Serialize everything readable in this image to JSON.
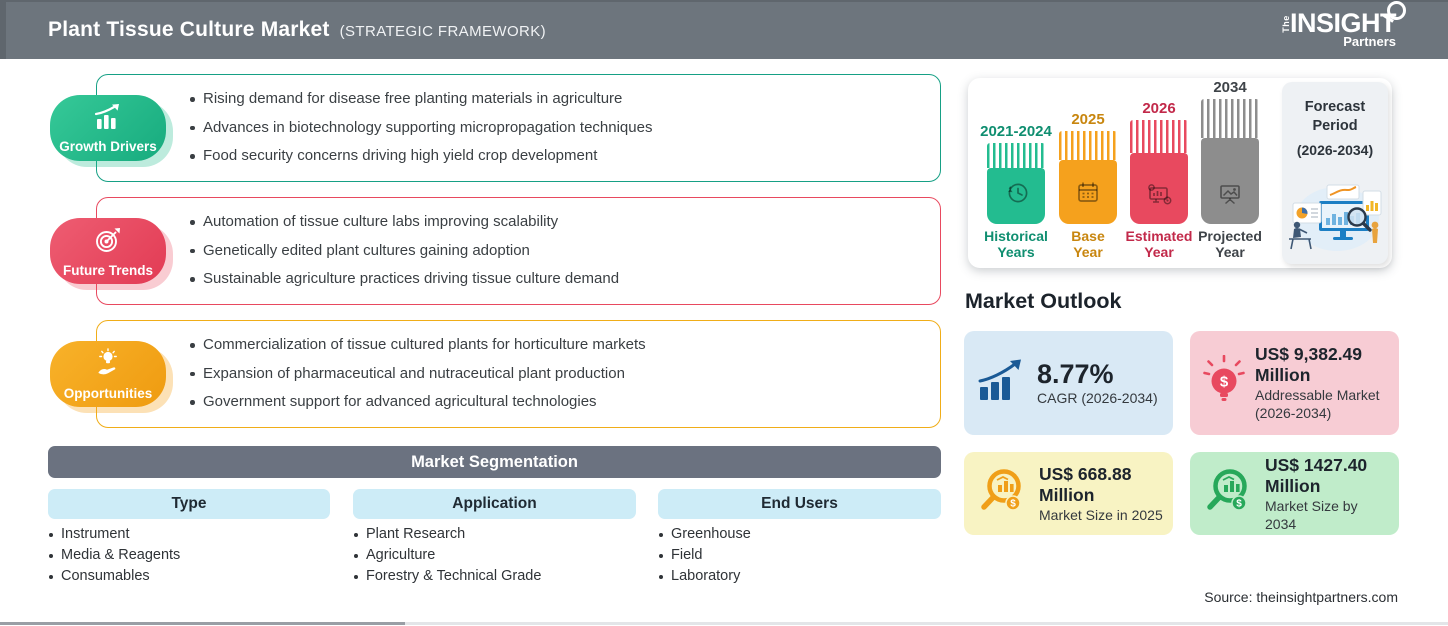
{
  "header": {
    "title": "Plant Tissue Culture Market",
    "subtitle": "(STRATEGIC FRAMEWORK)",
    "logo_the": "The",
    "logo_insight": "INSIGHT",
    "logo_partners": "Partners"
  },
  "sections": [
    {
      "label": "Growth Drivers",
      "color": "#1fb98c",
      "bullets": [
        "Rising demand for disease free planting materials in agriculture",
        "Advances in biotechnology supporting micropropagation techniques",
        "Food security concerns driving high yield crop development"
      ]
    },
    {
      "label": "Future Trends",
      "color": "#e8495f",
      "bullets": [
        "Automation of tissue culture labs improving scalability",
        "Genetically edited plant cultures gaining adoption",
        "Sustainable agriculture practices driving tissue culture demand"
      ]
    },
    {
      "label": "Opportunities",
      "color": "#f5a11d",
      "bullets": [
        "Commercialization of tissue cultured plants for horticulture markets",
        "Expansion of pharmaceutical and nutraceutical plant production",
        "Government support for advanced agricultural technologies"
      ]
    }
  ],
  "segmentation": {
    "title": "Market Segmentation",
    "columns": [
      {
        "header": "Type",
        "items": [
          "Instrument",
          "Media & Reagents",
          "Consumables"
        ]
      },
      {
        "header": "Application",
        "items": [
          "Plant Research",
          "Agriculture",
          "Forestry & Technical Grade"
        ]
      },
      {
        "header": "End Users",
        "items": [
          "Greenhouse",
          "Field",
          "Laboratory"
        ]
      }
    ]
  },
  "timeline": {
    "bars": [
      {
        "year": "2021-2024",
        "caption1": "Historical",
        "caption2": "Years",
        "color": "#23bc90",
        "label_color": "#0f8e70"
      },
      {
        "year": "2025",
        "caption1": "Base",
        "caption2": "Year",
        "color": "#f5a11d",
        "label_color": "#c8860f"
      },
      {
        "year": "2026",
        "caption1": "Estimated",
        "caption2": "Year",
        "color": "#e8495f",
        "label_color": "#c2294a"
      },
      {
        "year": "2034",
        "caption1": "Projected",
        "caption2": "Year",
        "color": "#8d8d8d",
        "label_color": "#3f4449"
      }
    ],
    "forecast": {
      "line1": "Forecast",
      "line2": "Period",
      "line3": "(2026-2034)"
    }
  },
  "outlook": {
    "title": "Market Outlook",
    "cards": [
      {
        "value": "8.77%",
        "caption": "CAGR (2026-2034)",
        "bg": "#d9e9f5",
        "accent": "#1a5a96",
        "icon": "growth-chart-icon"
      },
      {
        "value1": "US$ 9,382.49",
        "value2": "Million",
        "caption1": "Addressable Market",
        "caption2": "(2026-2034)",
        "bg": "#f7ccd4",
        "accent": "#e8495f",
        "icon": "bulb-dollar-icon"
      },
      {
        "value1": "US$ 668.88",
        "value2": "Million",
        "caption1": "Market Size in 2025",
        "bg": "#f8f3c3",
        "accent": "#f09f18",
        "icon": "magnifier-chart-icon"
      },
      {
        "value1": "US$ 1427.40",
        "value2": "Million",
        "caption1": "Market Size by 2034",
        "bg": "#c0ecca",
        "accent": "#27a85a",
        "icon": "magnifier-chart-icon"
      }
    ]
  },
  "source": "Source: theinsightpartners.com",
  "colors": {
    "header_bg": "#6d757d",
    "segmentation_bar_bg": "#6b7280",
    "segment_header_bg": "#cdecf7"
  }
}
